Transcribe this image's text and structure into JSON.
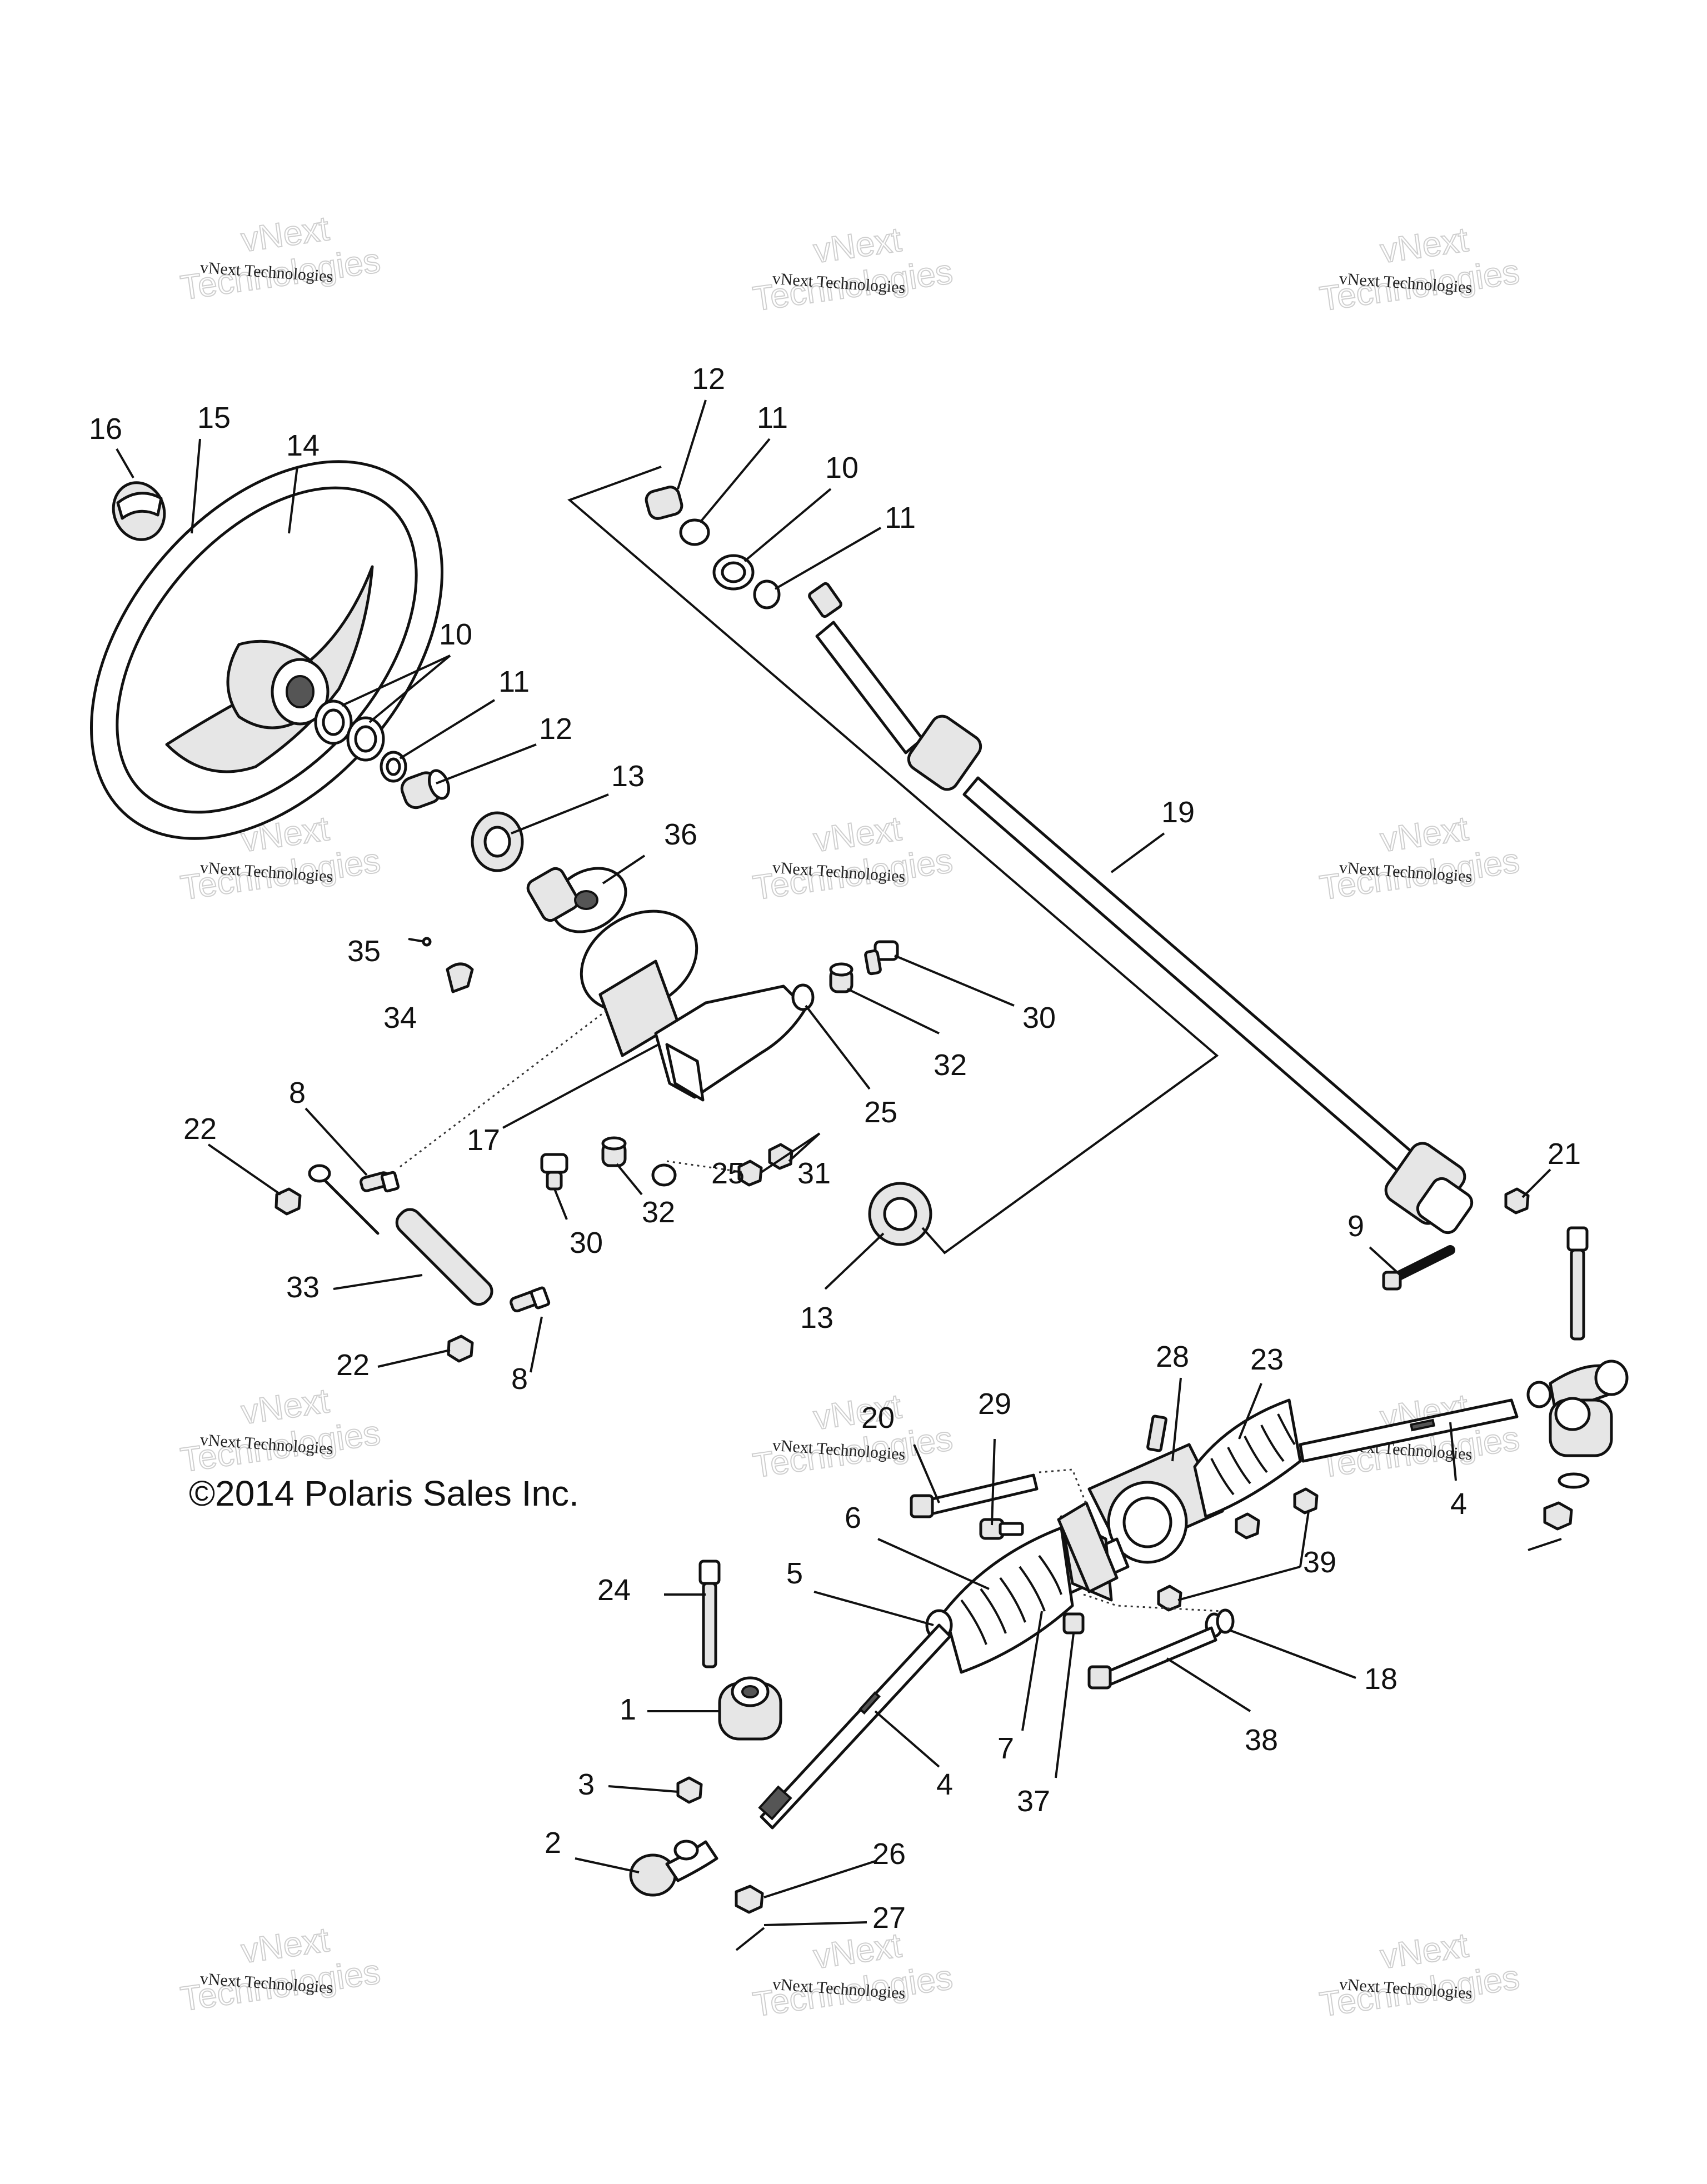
{
  "copyright": "©2014 Polaris Sales Inc.",
  "watermark": {
    "small_text": "vNext Technologies",
    "big_line1": "vNext",
    "big_line2": "Technologies"
  },
  "callouts": [
    {
      "id": "c16",
      "label": "16"
    },
    {
      "id": "c15",
      "label": "15"
    },
    {
      "id": "c14",
      "label": "14"
    },
    {
      "id": "c10a",
      "label": "10"
    },
    {
      "id": "c11a",
      "label": "11"
    },
    {
      "id": "c12a",
      "label": "12"
    },
    {
      "id": "c13a",
      "label": "13"
    },
    {
      "id": "c36",
      "label": "36"
    },
    {
      "id": "c35",
      "label": "35"
    },
    {
      "id": "c34",
      "label": "34"
    },
    {
      "id": "c8a",
      "label": "8"
    },
    {
      "id": "c22a",
      "label": "22"
    },
    {
      "id": "c17",
      "label": "17"
    },
    {
      "id": "c30a",
      "label": "30"
    },
    {
      "id": "c32a",
      "label": "32"
    },
    {
      "id": "c25a",
      "label": "25"
    },
    {
      "id": "c31",
      "label": "31"
    },
    {
      "id": "c25b",
      "label": "25"
    },
    {
      "id": "c32b",
      "label": "32"
    },
    {
      "id": "c30b",
      "label": "30"
    },
    {
      "id": "c33",
      "label": "33"
    },
    {
      "id": "c22b",
      "label": "22"
    },
    {
      "id": "c8b",
      "label": "8"
    },
    {
      "id": "c13b",
      "label": "13"
    },
    {
      "id": "c12b",
      "label": "12"
    },
    {
      "id": "c11b",
      "label": "11"
    },
    {
      "id": "c10b",
      "label": "10"
    },
    {
      "id": "c11c",
      "label": "11"
    },
    {
      "id": "c19",
      "label": "19"
    },
    {
      "id": "c21",
      "label": "21"
    },
    {
      "id": "c9",
      "label": "9"
    },
    {
      "id": "c28",
      "label": "28"
    },
    {
      "id": "c23",
      "label": "23"
    },
    {
      "id": "c20",
      "label": "20"
    },
    {
      "id": "c29",
      "label": "29"
    },
    {
      "id": "c4a",
      "label": "4"
    },
    {
      "id": "c6",
      "label": "6"
    },
    {
      "id": "c5",
      "label": "5"
    },
    {
      "id": "c39",
      "label": "39"
    },
    {
      "id": "c24",
      "label": "24"
    },
    {
      "id": "c18",
      "label": "18"
    },
    {
      "id": "c1",
      "label": "1"
    },
    {
      "id": "c7",
      "label": "7"
    },
    {
      "id": "c38",
      "label": "38"
    },
    {
      "id": "c3",
      "label": "3"
    },
    {
      "id": "c4b",
      "label": "4"
    },
    {
      "id": "c37",
      "label": "37"
    },
    {
      "id": "c2",
      "label": "2"
    },
    {
      "id": "c26",
      "label": "26"
    },
    {
      "id": "c27",
      "label": "27"
    }
  ]
}
